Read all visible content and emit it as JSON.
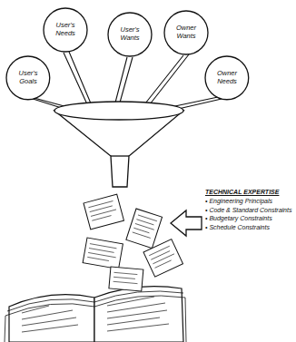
{
  "diagram": {
    "nodes": [
      {
        "text": [
          "User's Goals"
        ]
      },
      {
        "text": [
          "User's Needs"
        ]
      },
      {
        "text": [
          "User's Wants"
        ]
      },
      {
        "text": [
          "Owner Wants"
        ]
      },
      {
        "text": [
          "Owner Needs"
        ]
      }
    ],
    "labels": [
      "TECHNICAL EXPERTISE",
      "• Engineering Principals",
      "• Code & Standard Constraints",
      "• Budgetary Constraints",
      "• Schedule Constraints"
    ]
  }
}
